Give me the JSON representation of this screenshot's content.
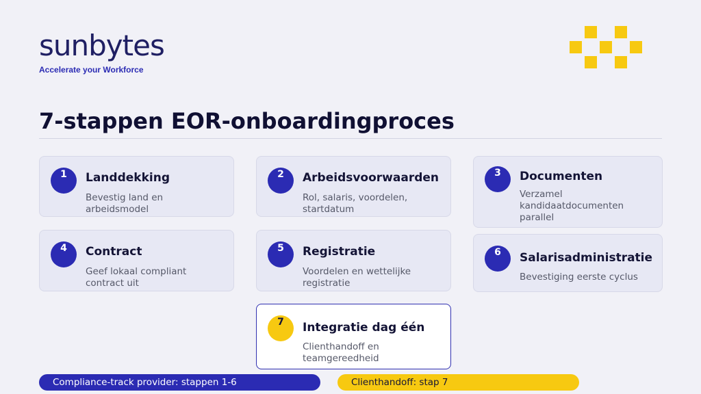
{
  "brand": {
    "name": "sunbytes",
    "tagline": "Accelerate your Workforce",
    "accent": "#2b2bb3",
    "highlight": "#f7c911"
  },
  "title": "7-stappen EOR-onboardingproces",
  "steps": [
    {
      "number": "1",
      "title": "Landdekking",
      "desc": "Bevestig land en arbeidsmodel"
    },
    {
      "number": "2",
      "title": "Arbeidsvoorwaarden",
      "desc": "Rol, salaris, voordelen, startdatum"
    },
    {
      "number": "3",
      "title": "Documenten",
      "desc": "Verzamel kandidaatdocumenten parallel"
    },
    {
      "number": "4",
      "title": "Contract",
      "desc": "Geef lokaal compliant contract uit"
    },
    {
      "number": "5",
      "title": "Registratie",
      "desc": "Voordelen en wettelijke registratie"
    },
    {
      "number": "6",
      "title": "Salarisadministratie",
      "desc": "Bevestiging eerste cyclus"
    },
    {
      "number": "7",
      "title": "Integratie dag één",
      "desc": "Clienthandoff en teamgereedheid"
    }
  ],
  "legend": {
    "compliance": "Compliance-track provider: stappen 1-6",
    "handoff": "Clienthandoff: stap 7"
  }
}
